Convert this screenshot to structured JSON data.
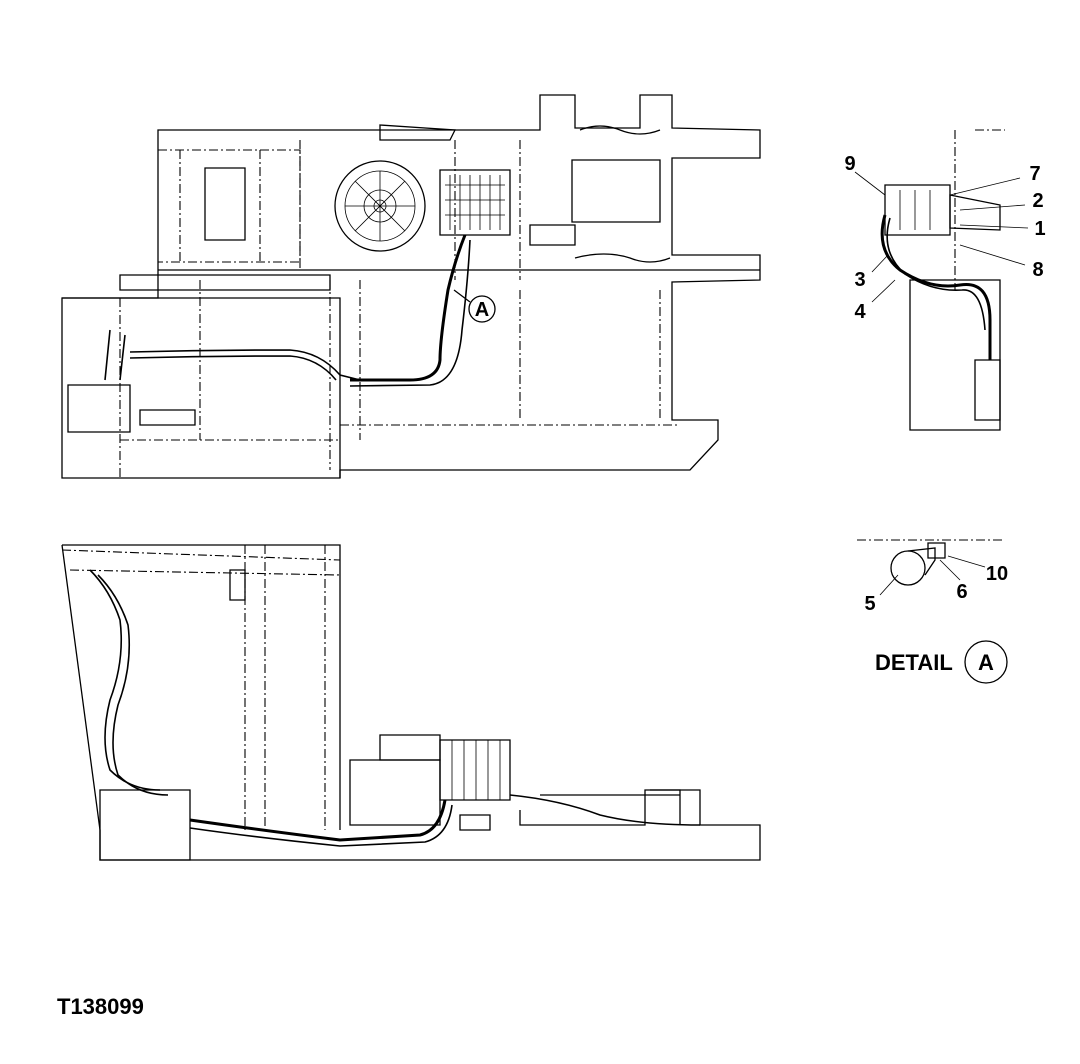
{
  "figure_id": "T138099",
  "view_marker": "A",
  "detail": {
    "word": "DETAIL",
    "letter": "A"
  },
  "callouts": [
    "1",
    "2",
    "3",
    "4",
    "5",
    "6",
    "7",
    "8",
    "9",
    "10"
  ]
}
